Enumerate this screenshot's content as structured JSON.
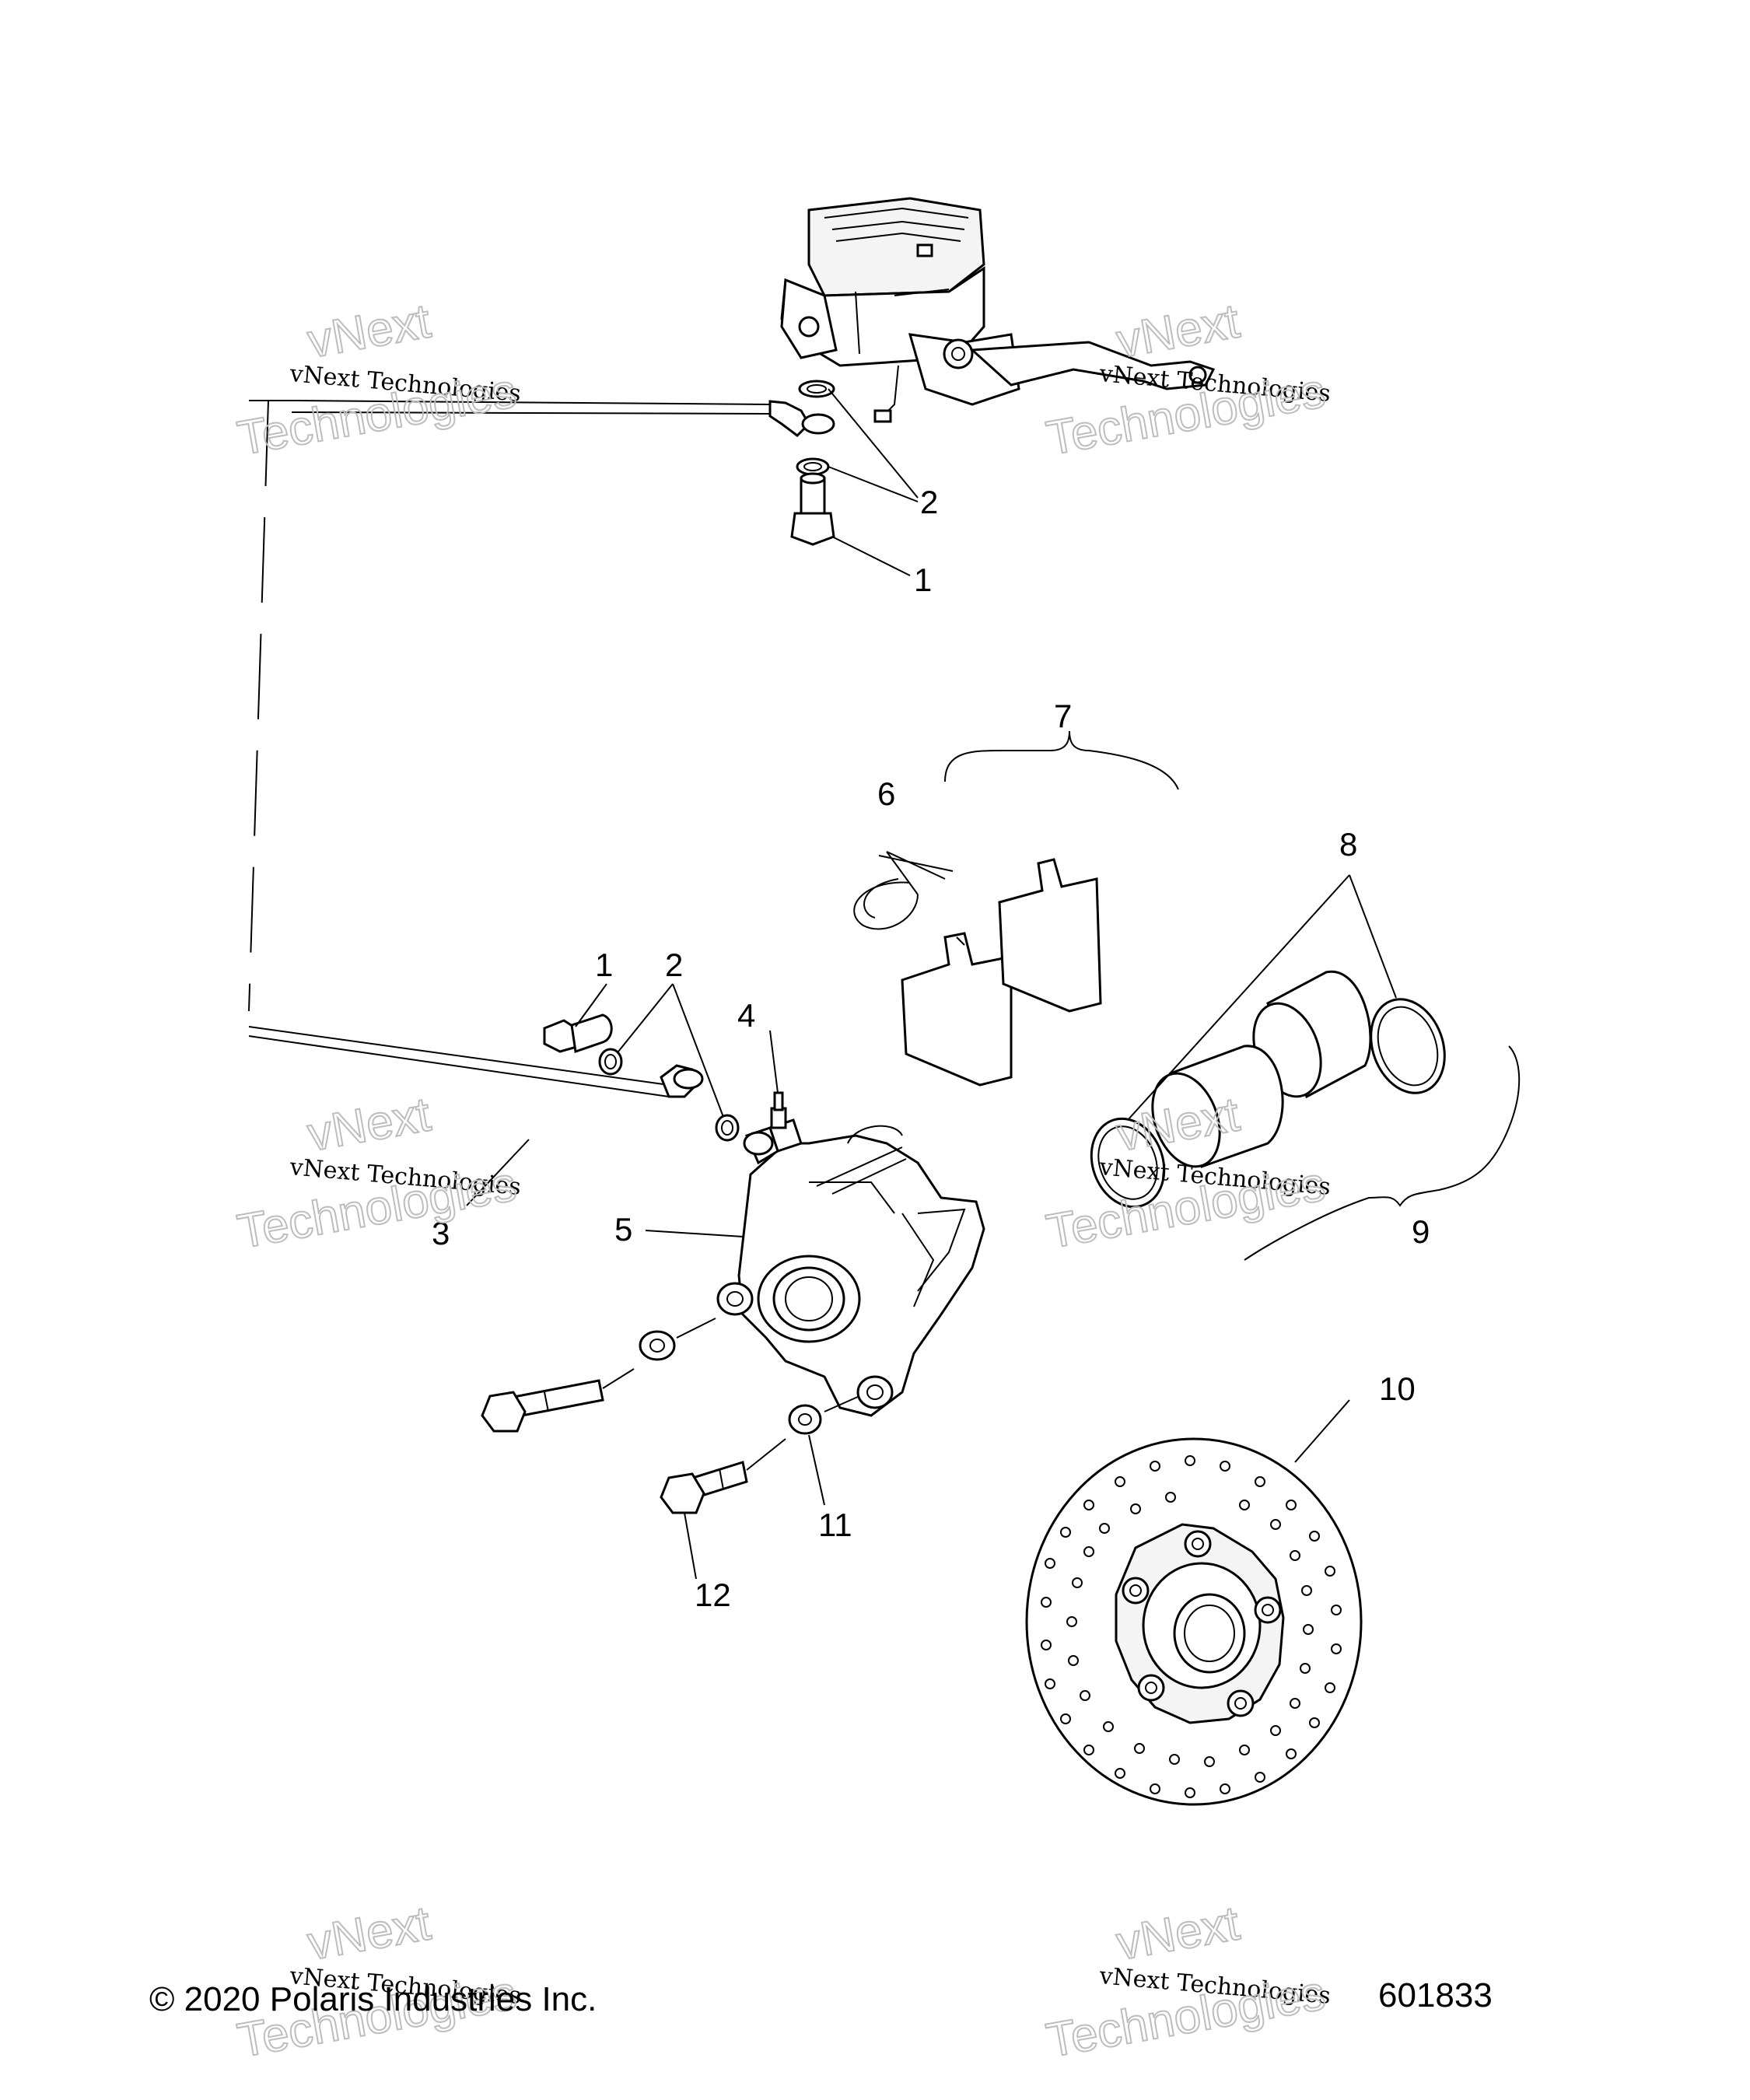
{
  "callouts": {
    "c1_top": "1",
    "c2_top": "2",
    "c1_mid": "1",
    "c2_mid": "2",
    "c3": "3",
    "c4": "4",
    "c5": "5",
    "c6": "6",
    "c7": "7",
    "c8": "8",
    "c9": "9",
    "c10": "10",
    "c11": "11",
    "c12": "12"
  },
  "watermark": {
    "line_small": "vNext Technologies",
    "big_top": "vNext",
    "big_bottom": "Technologies"
  },
  "footer": {
    "copyright": "© 2020 Polaris Industries Inc.",
    "diagram_number": "601833"
  }
}
